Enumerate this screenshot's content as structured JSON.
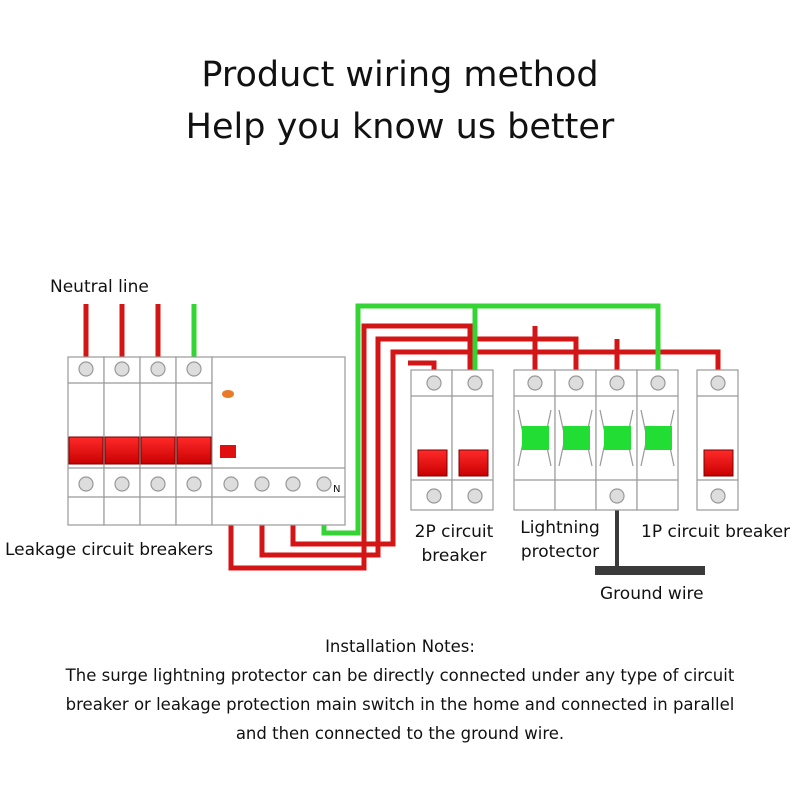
{
  "title_line1": "Product wiring method",
  "title_line2": "Help you know us better",
  "labels": {
    "neutral_line": "Neutral line",
    "neutral_marker": "N",
    "leakage_breakers": "Leakage circuit breakers",
    "breaker_2p_line1": "2P circuit",
    "breaker_2p_line2": "breaker",
    "lightning_line1": "Lightning",
    "lightning_line2": "protector",
    "breaker_1p": "1P circuit breaker",
    "ground_wire": "Ground wire"
  },
  "notes": {
    "heading": "Installation Notes:",
    "lines": [
      "The surge lightning protector can be directly connected under any type of circuit",
      "breaker or leakage protection main switch in the home and connected in parallel",
      "and then connected to the ground wire."
    ]
  },
  "colors": {
    "live_wire": "#d41515",
    "neutral_wire": "#35d435",
    "ground_bar": "#3a3a3a",
    "handle": "#e01010",
    "protector_window": "#22dd33",
    "indicator": "#e87a2a"
  }
}
